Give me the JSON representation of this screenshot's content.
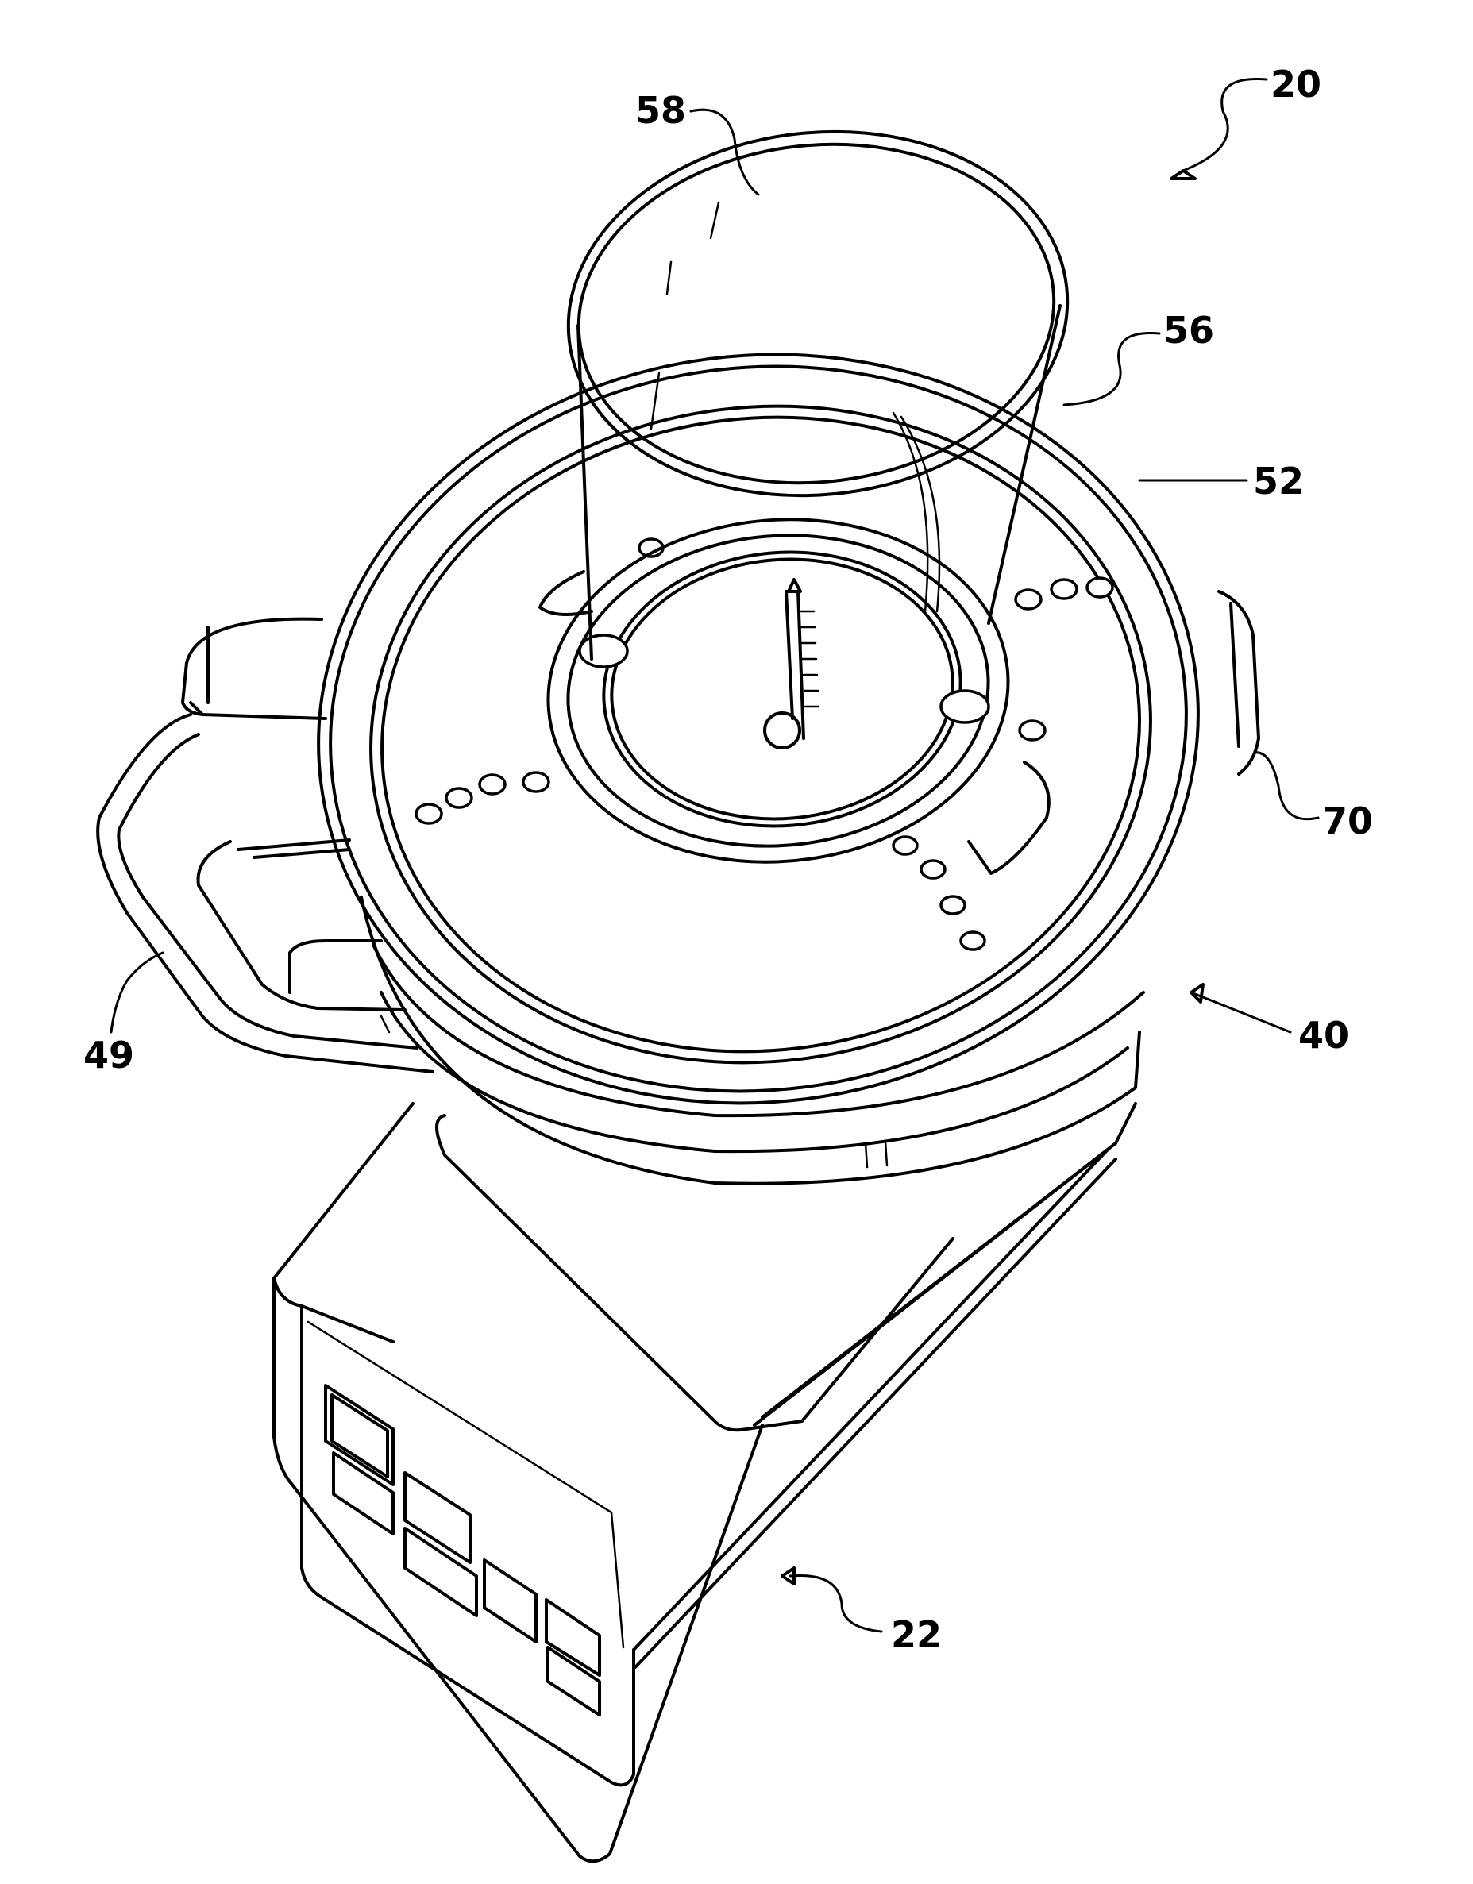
{
  "figure": {
    "reference_numerals": {
      "assembly": "20",
      "base": "22",
      "container": "40",
      "handle": "49",
      "lid": "52",
      "insert_rim": "56",
      "insert_cup": "58",
      "button": "70"
    }
  }
}
